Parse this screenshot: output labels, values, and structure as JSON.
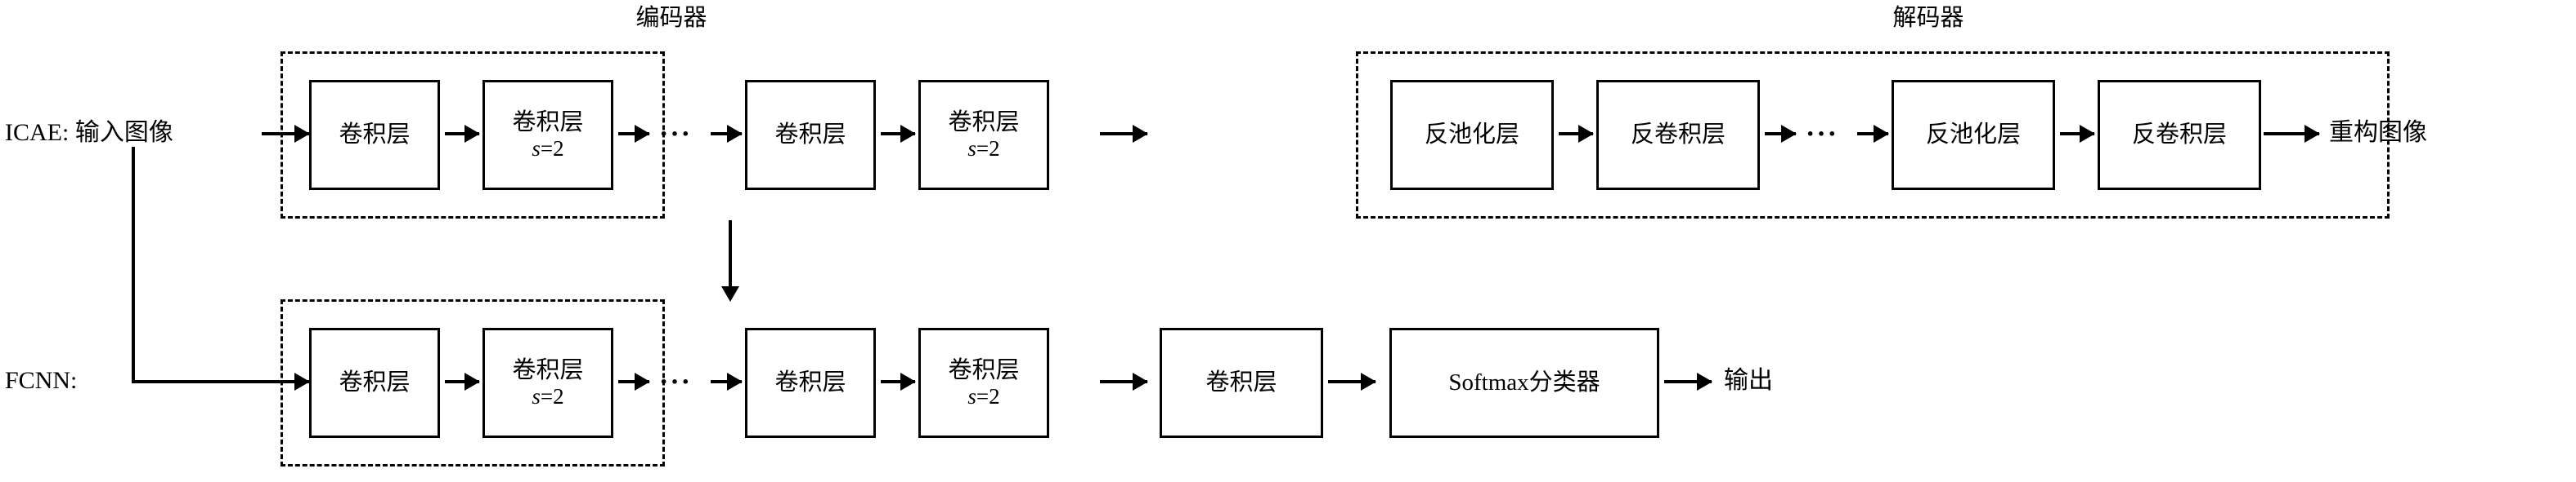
{
  "diagram": {
    "groups": {
      "encoder_title": "编码器",
      "decoder_title": "解码器"
    },
    "rows": {
      "icae": {
        "row_label": "ICAE: 输入图像",
        "output_label": "重构图像",
        "encoder_nodes": [
          {
            "main": "卷积层",
            "sub": ""
          },
          {
            "main": "卷积层",
            "sub": "(s=2)"
          },
          {
            "main": "卷积层",
            "sub": ""
          },
          {
            "main": "卷积层",
            "sub": "(s=2)"
          }
        ],
        "decoder_nodes": [
          {
            "main": "反池化层",
            "sub": ""
          },
          {
            "main": "反卷积层",
            "sub": ""
          },
          {
            "main": "反池化层",
            "sub": ""
          },
          {
            "main": "反卷积层",
            "sub": ""
          }
        ],
        "encoder_ellipsis": "···",
        "decoder_ellipsis": "···"
      },
      "fcnn": {
        "row_label": "FCNN:",
        "output_label": "输出",
        "nodes": [
          {
            "main": "卷积层",
            "sub": ""
          },
          {
            "main": "卷积层",
            "sub": "(s=2)"
          },
          {
            "main": "卷积层",
            "sub": ""
          },
          {
            "main": "卷积层",
            "sub": "(s=2)"
          }
        ],
        "ellipsis": "···",
        "tail_conv": {
          "main": "卷积层",
          "sub": ""
        },
        "classifier": "Softmax分类器"
      }
    },
    "stride_symbol": "s",
    "stride_value": "2",
    "colors": {
      "stroke": "#000000",
      "background": "#ffffff"
    }
  }
}
